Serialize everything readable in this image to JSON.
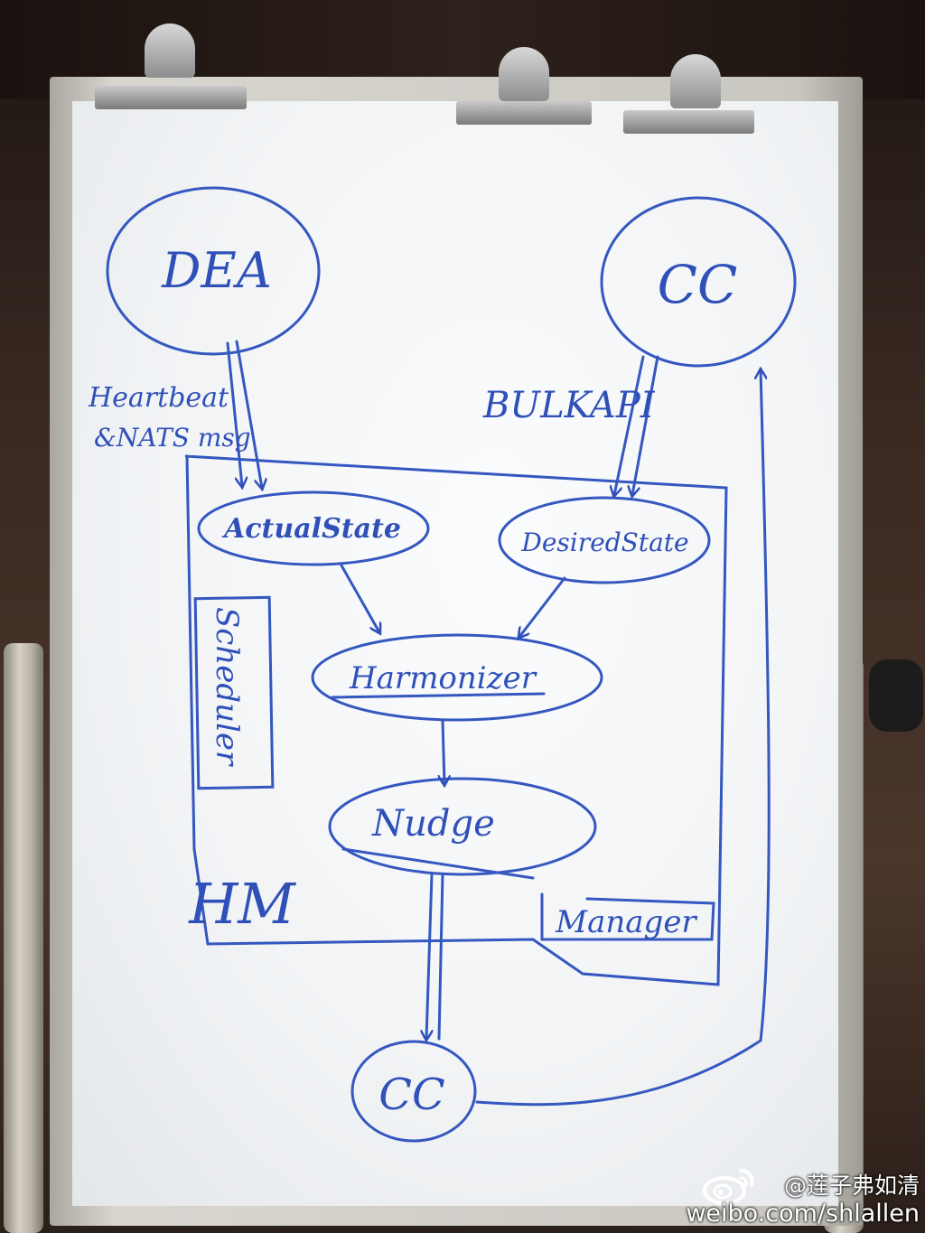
{
  "diagram": {
    "nodes": {
      "dea": "DEA",
      "cc_top": "CC",
      "actual_state": "ActualState",
      "desired_state": "DesiredState",
      "harmonizer": "Harmonizer",
      "nudge": "Nudge",
      "cc_bottom": "CC"
    },
    "boxes": {
      "scheduler": "Scheduler",
      "manager": "Manager",
      "hm": "HM"
    },
    "edge_labels": {
      "heartbeat_line1": "Heartbeat",
      "heartbeat_line2": "&NATS msg",
      "bulk_api": "BULKAPI"
    }
  },
  "watermark": {
    "handle": "@莲子弗如清",
    "url": "weibo.com/shlallen"
  },
  "colors": {
    "ink": "#2f50b8",
    "board": "#f3f5f7",
    "frame": "#c9c7c0"
  }
}
